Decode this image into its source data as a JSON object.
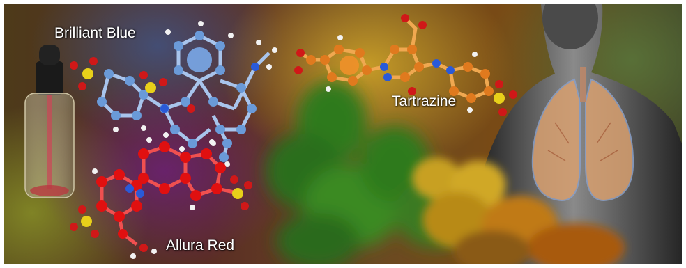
{
  "labels": {
    "brilliant_blue": "Brilliant Blue",
    "tartrazine": "Tartrazine",
    "allura_red": "Allura Red"
  },
  "colors": {
    "blue_molecule": "#6a9ad8",
    "orange_molecule": "#e07a1e",
    "red_molecule": "#e01010",
    "sulfur": "#e8d01a",
    "oxygen": "#d01818",
    "nitrogen": "#2a5ad8",
    "hydrogen": "#f2f2f2",
    "green_smoke": "#2f7a1e",
    "yellow_smoke": "#c8a020",
    "lungs": "#d89a6a",
    "body": "#6e6e6e"
  }
}
